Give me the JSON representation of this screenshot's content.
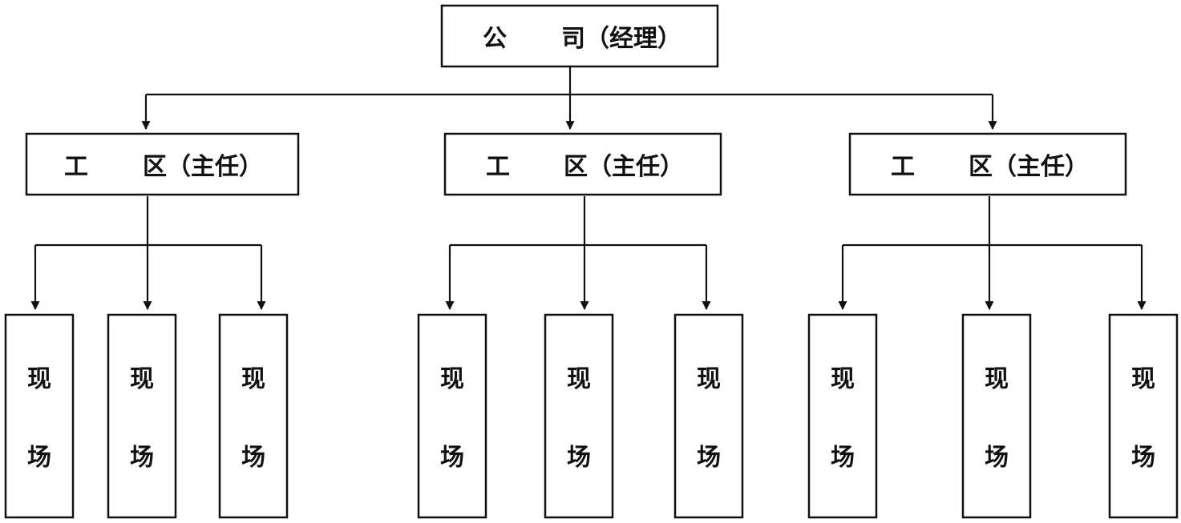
{
  "company": {
    "left": "公",
    "right": "司（经理）"
  },
  "workzones": [
    {
      "left": "工",
      "right": "区（主任）",
      "sites": [
        {
          "top": "现",
          "bottom": "场"
        },
        {
          "top": "现",
          "bottom": "场"
        },
        {
          "top": "现",
          "bottom": "场"
        }
      ]
    },
    {
      "left": "工",
      "right": "区（主任）",
      "sites": [
        {
          "top": "现",
          "bottom": "场"
        },
        {
          "top": "现",
          "bottom": "场"
        },
        {
          "top": "现",
          "bottom": "场"
        }
      ]
    },
    {
      "left": "工",
      "right": "区（主任）",
      "sites": [
        {
          "top": "现",
          "bottom": "场"
        },
        {
          "top": "现",
          "bottom": "场"
        },
        {
          "top": "现",
          "bottom": "场"
        }
      ]
    }
  ]
}
